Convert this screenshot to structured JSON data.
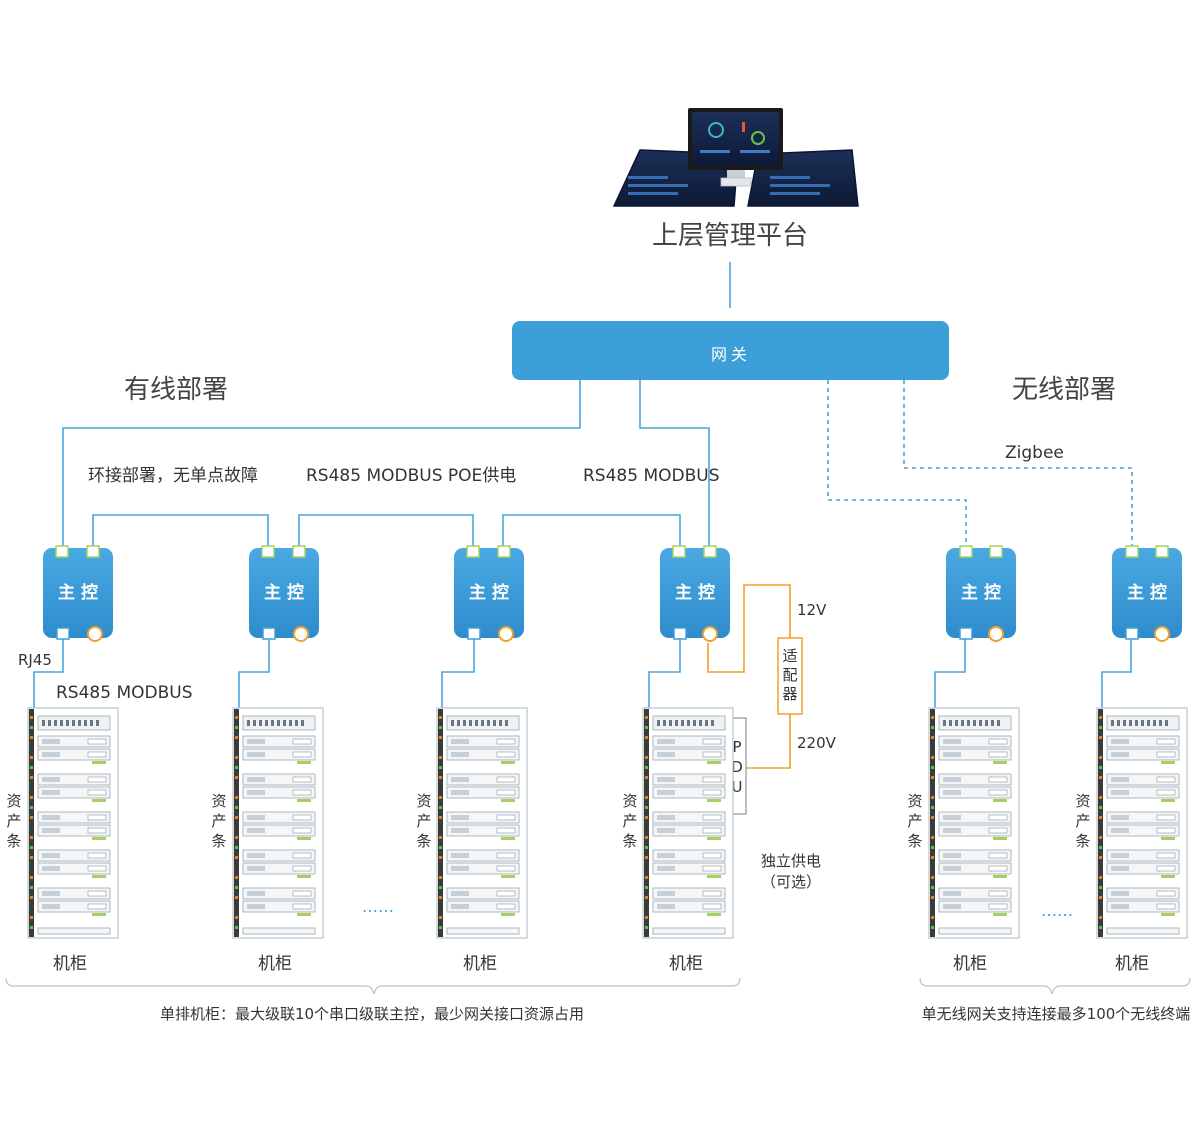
{
  "platform": {
    "label": "上层管理平台"
  },
  "gateway": {
    "label": "网关"
  },
  "sections": {
    "wired": "有线部署",
    "wireless": "无线部署"
  },
  "wired_notes": {
    "ring": "环接部署，无单点故障",
    "poe": "RS485 MODBUS POE供电",
    "modbus": "RS485 MODBUS"
  },
  "zigbee": "Zigbee",
  "controller_label": "主控",
  "rj45": "RJ45",
  "rs485_modbus": "RS485 MODBUS",
  "power": {
    "v12": "12V",
    "adapter": [
      "适",
      "配",
      "器"
    ],
    "v220": "220V",
    "pdu": [
      "P",
      "D",
      "U"
    ],
    "independent": "独立供电",
    "optional": "（可选）"
  },
  "asset_strip": [
    "资",
    "产",
    "条"
  ],
  "cabinet_label": "机柜",
  "ellipsis": "……",
  "footer": {
    "wired": "单排机柜：最大级联10个串口级联主控，最少网关接口资源占用",
    "wireless": "单无线网关支持连接最多100个无线终端"
  },
  "colors": {
    "accent": "#3d9fd8",
    "line": "#4aa6dc",
    "power": "#f0a030",
    "port": "#a8d060",
    "rack": "#e9eef2"
  }
}
